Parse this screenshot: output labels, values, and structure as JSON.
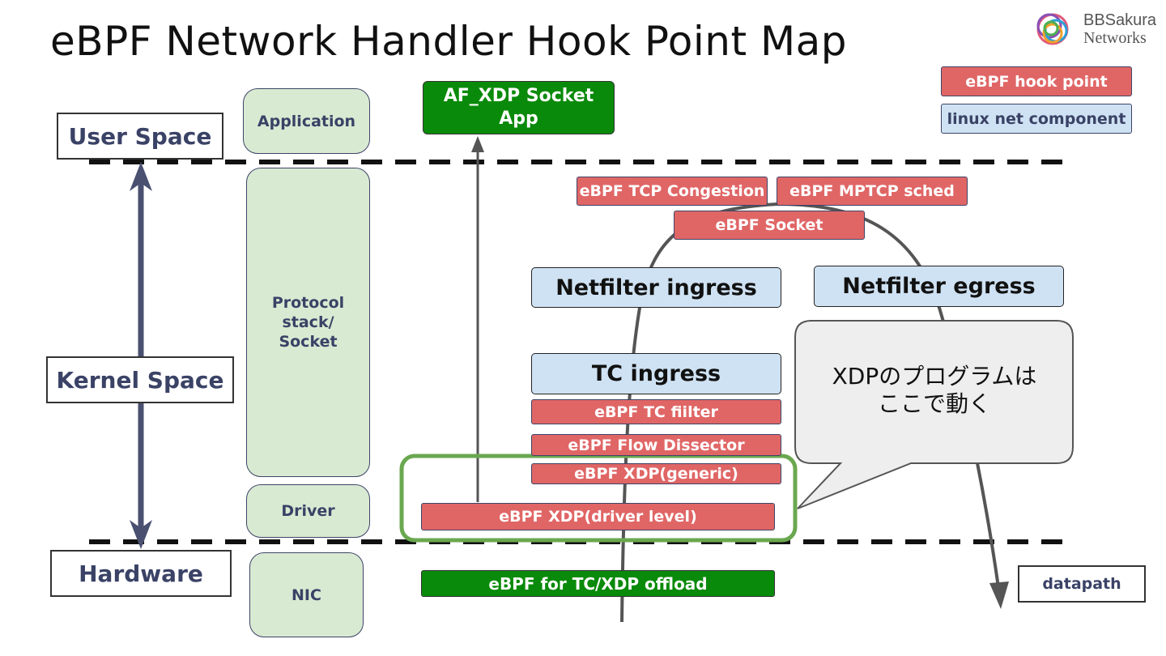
{
  "title": "eBPF Network Handler Hook Point Map",
  "logo": {
    "line1": "BBSakura",
    "line2": "Networks"
  },
  "legend": {
    "hook": "eBPF hook point",
    "component": "linux net component"
  },
  "spaces": {
    "user": "User Space",
    "kernel": "Kernel Space",
    "hardware": "Hardware"
  },
  "layers": {
    "application": "Application",
    "protocol": [
      "Protocol",
      "stack/",
      "Socket"
    ],
    "driver": "Driver",
    "nic": "NIC"
  },
  "af_xdp": [
    "AF_XDP Socket",
    "App"
  ],
  "hooks": {
    "tcp_congestion": "eBPF TCP Congestion",
    "mptcp_sched": "eBPF MPTCP sched",
    "socket": "eBPF Socket",
    "tc_filter": "eBPF TC fiilter",
    "flow_dissector": "eBPF Flow Dissector",
    "xdp_generic": "eBPF XDP(generic)",
    "xdp_driver": "eBPF XDP(driver level)"
  },
  "components": {
    "netfilter_ingress": "Netfilter ingress",
    "netfilter_egress": "Netfilter egress",
    "tc_ingress": "TC ingress"
  },
  "offload": "eBPF for TC/XDP offload",
  "bubble": [
    "XDPのプログラムは",
    "ここで動く"
  ],
  "datapath": "datapath",
  "colors": {
    "hook": "#e06666",
    "component": "#cfe2f3",
    "layer": "#d9ead3",
    "green": "#0a8a0a",
    "highlight": "#6aa84f",
    "arrow": "#4a5070"
  }
}
